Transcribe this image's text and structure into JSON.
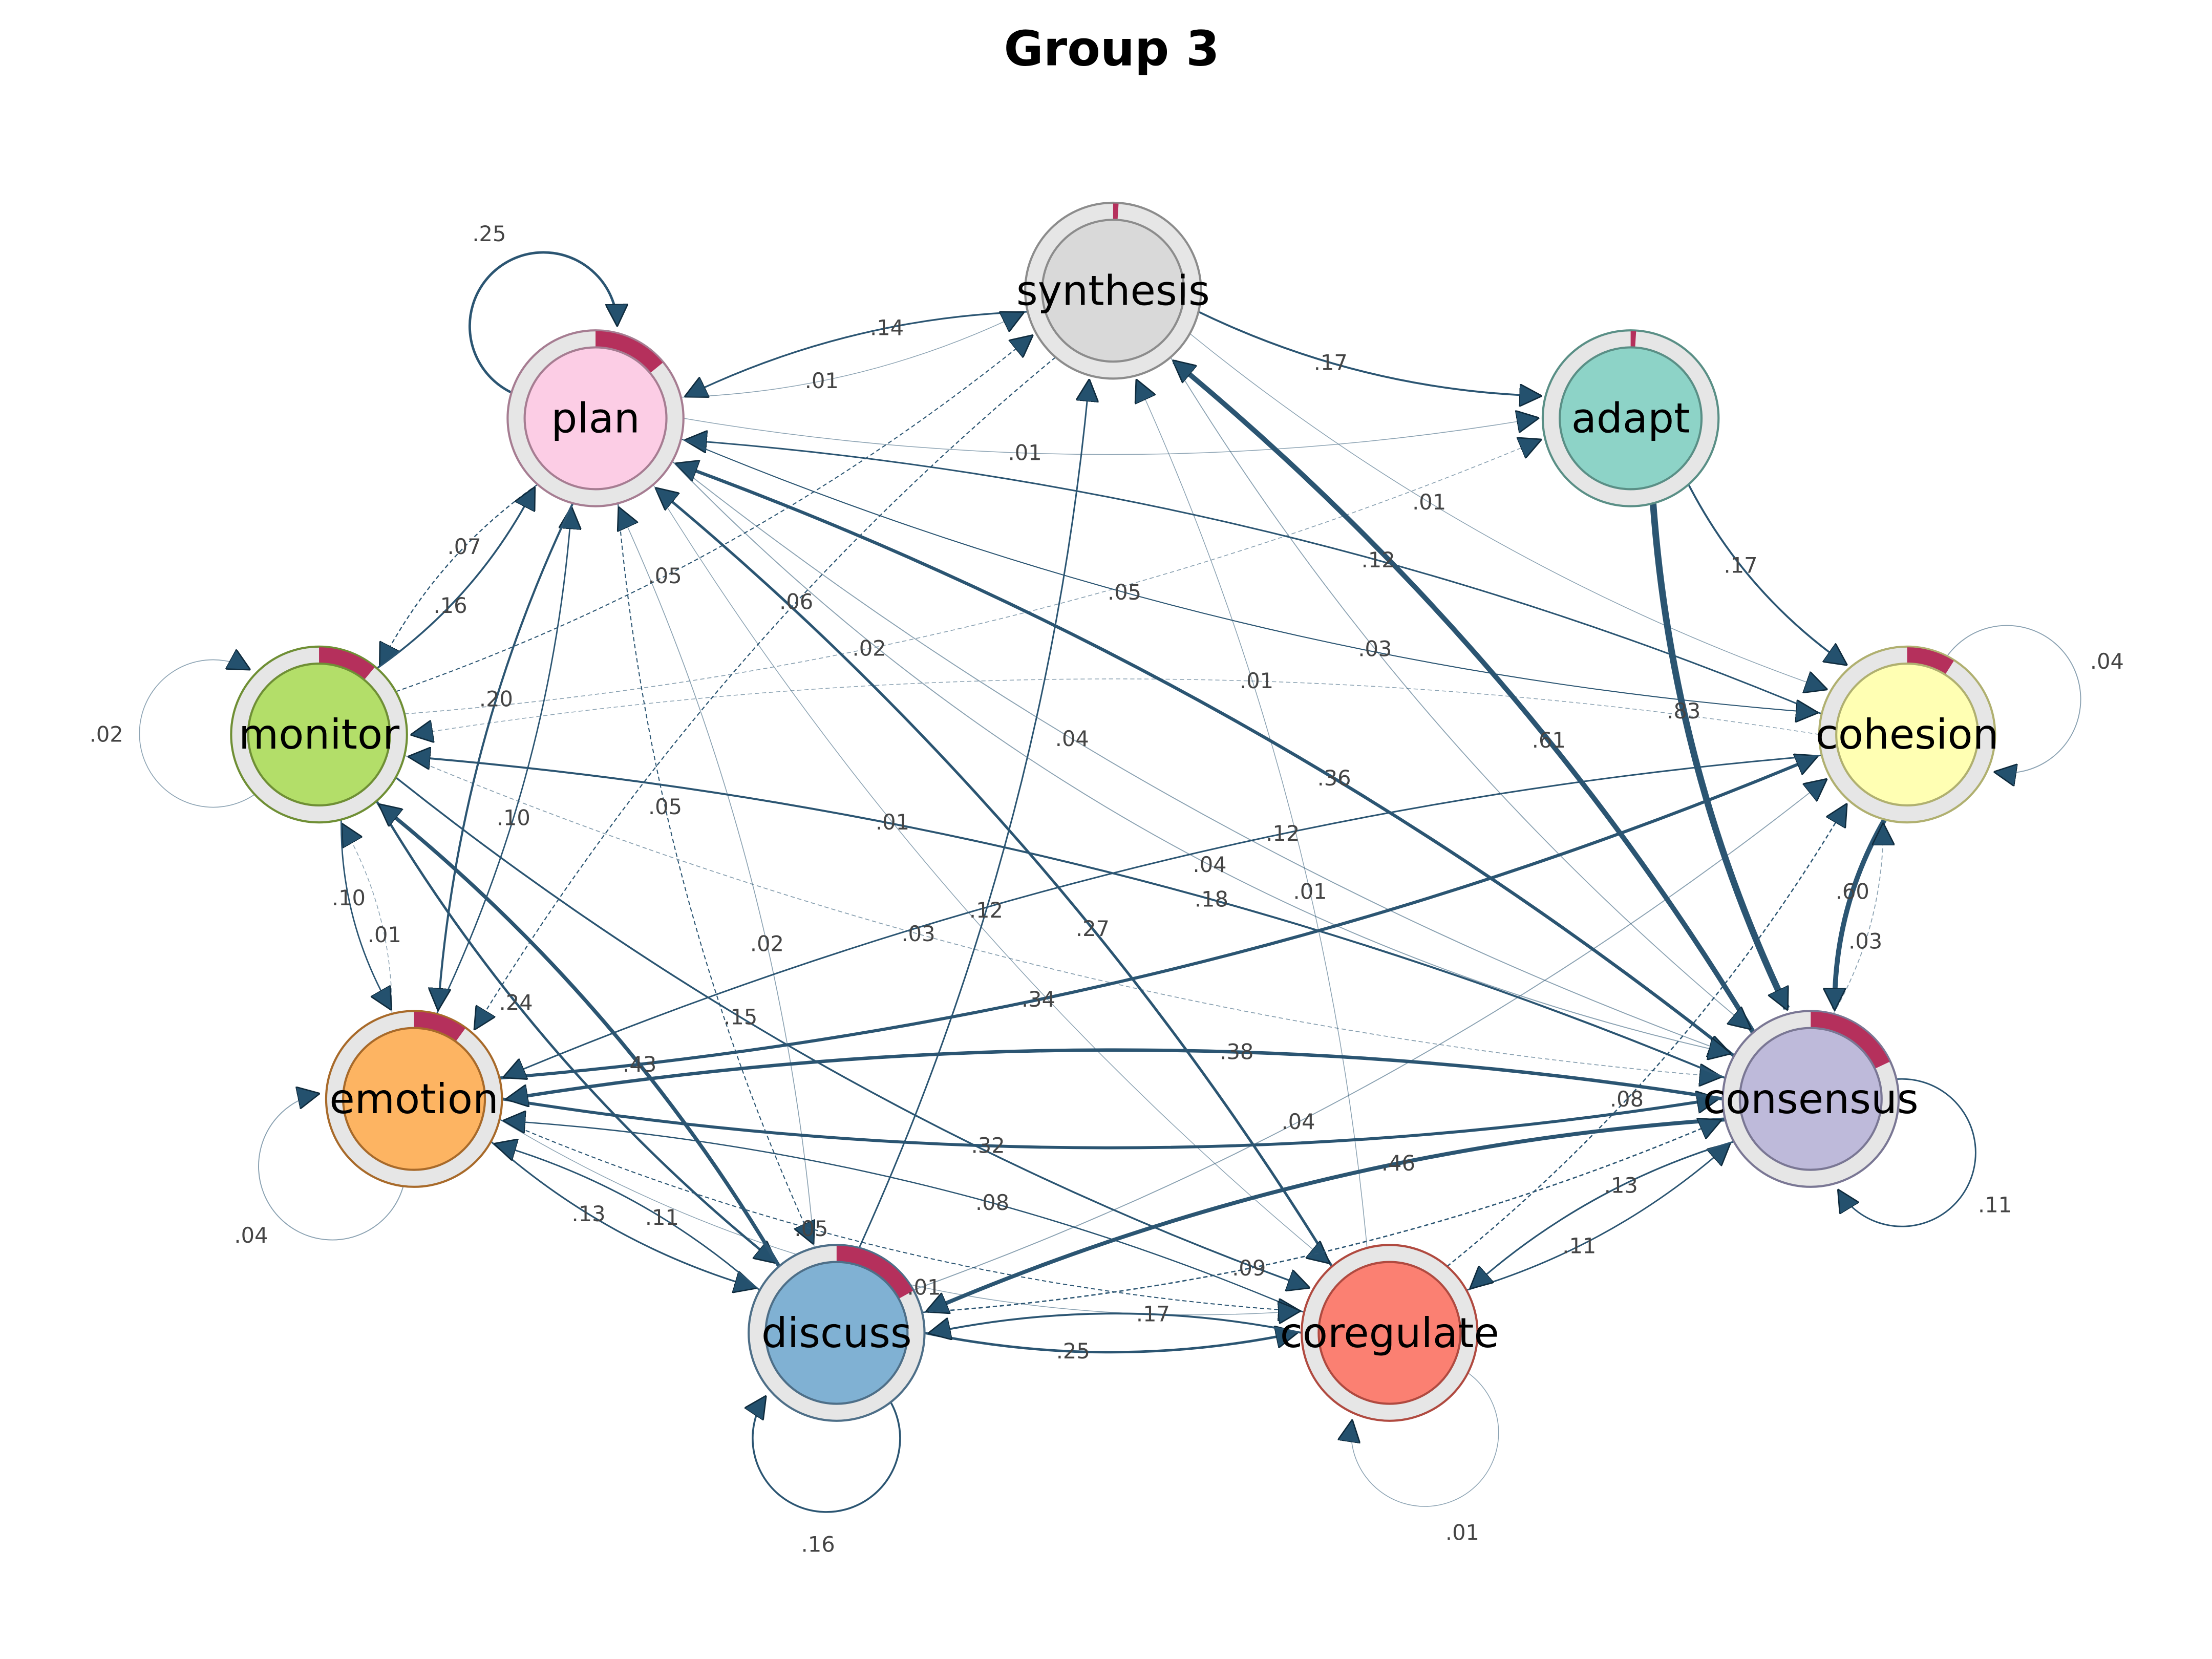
{
  "title": "Group 3",
  "colors": {
    "edge": "#2b5572",
    "pie": "#b5305c",
    "ring_bg": "#e6e6e6"
  },
  "nodes": [
    {
      "id": "synthesis",
      "label": "synthesis",
      "fill": "#d9d9d9",
      "border": "#8c8c8c",
      "pie": 0.01
    },
    {
      "id": "adapt",
      "label": "adapt",
      "fill": "#8dd3c7",
      "border": "#5a8f86",
      "pie": 0.01
    },
    {
      "id": "cohesion",
      "label": "cohesion",
      "fill": "#ffffb3",
      "border": "#b0b070",
      "pie": 0.09
    },
    {
      "id": "consensus",
      "label": "consensus",
      "fill": "#bebada",
      "border": "#7a7794",
      "pie": 0.18
    },
    {
      "id": "coregulate",
      "label": "coregulate",
      "fill": "#fb8072",
      "border": "#b04a40",
      "pie": 0.0
    },
    {
      "id": "discuss",
      "label": "discuss",
      "fill": "#80b1d3",
      "border": "#4e6f88",
      "pie": 0.17
    },
    {
      "id": "emotion",
      "label": "emotion",
      "fill": "#fdb462",
      "border": "#a86a2a",
      "pie": 0.1
    },
    {
      "id": "monitor",
      "label": "monitor",
      "fill": "#b3de69",
      "border": "#6f8f35",
      "pie": 0.11
    },
    {
      "id": "plan",
      "label": "plan",
      "fill": "#fccde5",
      "border": "#a67d92",
      "pie": 0.14
    }
  ],
  "edges": [
    {
      "from": "plan",
      "to": "plan",
      "w": 0.25,
      "label": ".25"
    },
    {
      "from": "monitor",
      "to": "monitor",
      "w": 0.02,
      "label": ".02"
    },
    {
      "from": "cohesion",
      "to": "cohesion",
      "w": 0.04,
      "label": ".04"
    },
    {
      "from": "emotion",
      "to": "emotion",
      "w": 0.04,
      "label": ".04"
    },
    {
      "from": "consensus",
      "to": "consensus",
      "w": 0.11,
      "label": ".11"
    },
    {
      "from": "discuss",
      "to": "discuss",
      "w": 0.16,
      "label": ".16"
    },
    {
      "from": "coregulate",
      "to": "coregulate",
      "w": 0.01,
      "label": ".01"
    },
    {
      "from": "synthesis",
      "to": "plan",
      "w": 0.14,
      "label": ".14"
    },
    {
      "from": "plan",
      "to": "synthesis",
      "w": 0.01,
      "label": ".01"
    },
    {
      "from": "synthesis",
      "to": "adapt",
      "w": 0.17,
      "label": ".17"
    },
    {
      "from": "plan",
      "to": "adapt",
      "w": 0.01,
      "label": ".01"
    },
    {
      "from": "monitor",
      "to": "synthesis",
      "w": 0.05,
      "label": ".05"
    },
    {
      "from": "cohesion",
      "to": "plan",
      "w": 0.12,
      "label": ".12"
    },
    {
      "from": "monitor",
      "to": "adapt",
      "w": 0.02,
      "label": ".02"
    },
    {
      "from": "synthesis",
      "to": "cohesion",
      "w": 0.01,
      "label": ".01"
    },
    {
      "from": "adapt",
      "to": "consensus",
      "w": 0.83,
      "label": ".83"
    },
    {
      "from": "adapt",
      "to": "cohesion",
      "w": 0.17,
      "label": ".17"
    },
    {
      "from": "consensus",
      "to": "synthesis",
      "w": 0.61,
      "label": ".61"
    },
    {
      "from": "synthesis",
      "to": "consensus",
      "w": 0.03,
      "label": ".03"
    },
    {
      "from": "plan",
      "to": "monitor",
      "w": 0.07,
      "label": ".07"
    },
    {
      "from": "monitor",
      "to": "plan",
      "w": 0.16,
      "label": ".16"
    },
    {
      "from": "emotion",
      "to": "plan",
      "w": 0.1,
      "label": ".10"
    },
    {
      "from": "plan",
      "to": "emotion",
      "w": 0.2,
      "label": ".20"
    },
    {
      "from": "consensus",
      "to": "plan",
      "w": 0.36,
      "label": ".36"
    },
    {
      "from": "plan",
      "to": "consensus",
      "w": 0.04,
      "label": ".04"
    },
    {
      "from": "discuss",
      "to": "synthesis",
      "w": 0.12,
      "label": ".12"
    },
    {
      "from": "coregulate",
      "to": "synthesis",
      "w": 0.01,
      "label": ".01"
    },
    {
      "from": "coregulate",
      "to": "plan",
      "w": 0.27,
      "label": ".27"
    },
    {
      "from": "plan",
      "to": "coregulate",
      "w": 0.01,
      "label": ".01"
    },
    {
      "from": "cohesion",
      "to": "monitor",
      "w": 0.01,
      "label": ".01"
    },
    {
      "from": "plan",
      "to": "cohesion",
      "w": 0.05,
      "label": ".05"
    },
    {
      "from": "synthesis",
      "to": "emotion",
      "w": 0.06,
      "label": ".06"
    },
    {
      "from": "emotion",
      "to": "cohesion",
      "w": 0.34,
      "label": ".34"
    },
    {
      "from": "emotion",
      "to": "monitor",
      "w": 0.01,
      "label": ".01"
    },
    {
      "from": "monitor",
      "to": "emotion",
      "w": 0.1,
      "label": ".10"
    },
    {
      "from": "monitor",
      "to": "consensus",
      "w": 0.03,
      "label": ".03"
    },
    {
      "from": "consensus",
      "to": "monitor",
      "w": 0.18,
      "label": ".18"
    },
    {
      "from": "plan",
      "to": "discuss",
      "w": 0.05,
      "label": ".05"
    },
    {
      "from": "discuss",
      "to": "plan",
      "w": 0.02,
      "label": ".02"
    },
    {
      "from": "cohesion",
      "to": "emotion",
      "w": 0.12,
      "label": ".12"
    },
    {
      "from": "emotion",
      "to": "consensus",
      "w": 0.32,
      "label": ".32"
    },
    {
      "from": "consensus",
      "to": "emotion",
      "w": 0.38,
      "label": ".38"
    },
    {
      "from": "cohesion",
      "to": "consensus",
      "w": 0.6,
      "label": ".60"
    },
    {
      "from": "consensus",
      "to": "cohesion",
      "w": 0.03,
      "label": ".03"
    },
    {
      "from": "discuss",
      "to": "cohesion",
      "w": 0.04,
      "label": ".04"
    },
    {
      "from": "monitor",
      "to": "coregulate",
      "w": 0.15,
      "label": ".15"
    },
    {
      "from": "monitor",
      "to": "discuss",
      "w": 0.24,
      "label": ".24"
    },
    {
      "from": "discuss",
      "to": "monitor",
      "w": 0.43,
      "label": ".43"
    },
    {
      "from": "plan",
      "to": "consensus",
      "w": 0.04,
      "label": ".04"
    },
    {
      "from": "emotion",
      "to": "coregulate",
      "w": 0.05,
      "label": ".05"
    },
    {
      "from": "consensus",
      "to": "discuss",
      "w": 0.46,
      "label": ".46"
    },
    {
      "from": "discuss",
      "to": "consensus",
      "w": 0.09,
      "label": ".09"
    },
    {
      "from": "coregulate",
      "to": "consensus",
      "w": 0.11,
      "label": ".11"
    },
    {
      "from": "consensus",
      "to": "coregulate",
      "w": 0.13,
      "label": ".13"
    },
    {
      "from": "coregulate",
      "to": "emotion",
      "w": 0.08,
      "label": ".08"
    },
    {
      "from": "discuss",
      "to": "coregulate",
      "w": 0.25,
      "label": ".25"
    },
    {
      "from": "coregulate",
      "to": "discuss",
      "w": 0.17,
      "label": ".17"
    },
    {
      "from": "emotion",
      "to": "discuss",
      "w": 0.13,
      "label": ".13"
    },
    {
      "from": "discuss",
      "to": "emotion",
      "w": 0.11,
      "label": ".11"
    },
    {
      "from": "coregulate",
      "to": "cohesion",
      "w": 0.08,
      "label": ".08"
    },
    {
      "from": "emotion",
      "to": "coregulate",
      "w": 0.01,
      "label": ".01"
    }
  ]
}
